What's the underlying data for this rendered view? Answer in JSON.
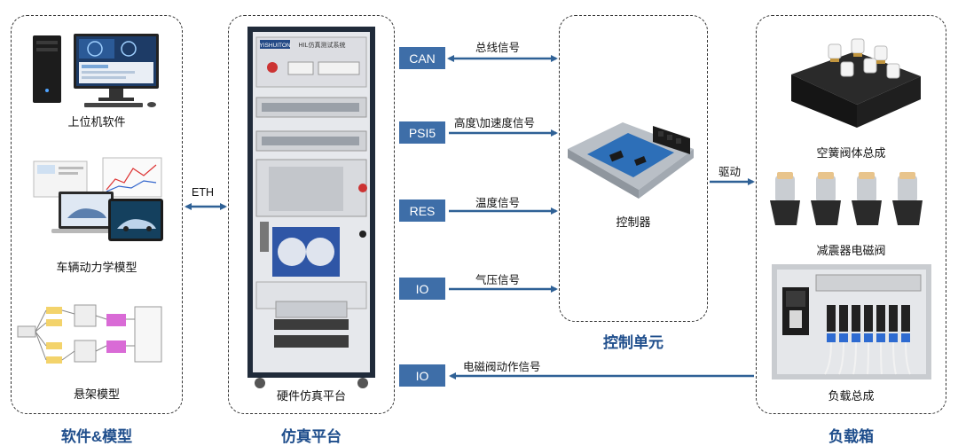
{
  "groups": {
    "software": {
      "title": "软件&模型",
      "items": [
        {
          "label": "上位机软件"
        },
        {
          "label": "车辆动力学模型"
        },
        {
          "label": "悬架模型"
        }
      ]
    },
    "platform": {
      "title": "仿真平台",
      "caption": "硬件仿真平台",
      "rack_brand": "YISHUITON",
      "rack_title": "HIL仿真测试系统"
    },
    "control": {
      "title": "控制单元",
      "caption": "控制器"
    },
    "load": {
      "title": "负载箱",
      "items": [
        {
          "label": "空簧阀体总成"
        },
        {
          "label": "减震器电磁阀"
        },
        {
          "label": "负载总成"
        }
      ]
    }
  },
  "links": {
    "eth": "ETH",
    "drive": "驱动"
  },
  "signals": [
    {
      "box": "CAN",
      "label": "总线信号",
      "direction": "both"
    },
    {
      "box": "PSI5",
      "label": "高度\\加速度信号",
      "direction": "to-controller"
    },
    {
      "box": "RES",
      "label": "温度信号",
      "direction": "to-controller"
    },
    {
      "box": "IO",
      "label": "气压信号",
      "direction": "to-controller"
    },
    {
      "box": "IO",
      "label": "电磁阀动作信号",
      "direction": "to-platform"
    }
  ],
  "colors": {
    "accent": "#3e6ea8",
    "title": "#1f4e8c",
    "arrow": "#2f6196"
  }
}
